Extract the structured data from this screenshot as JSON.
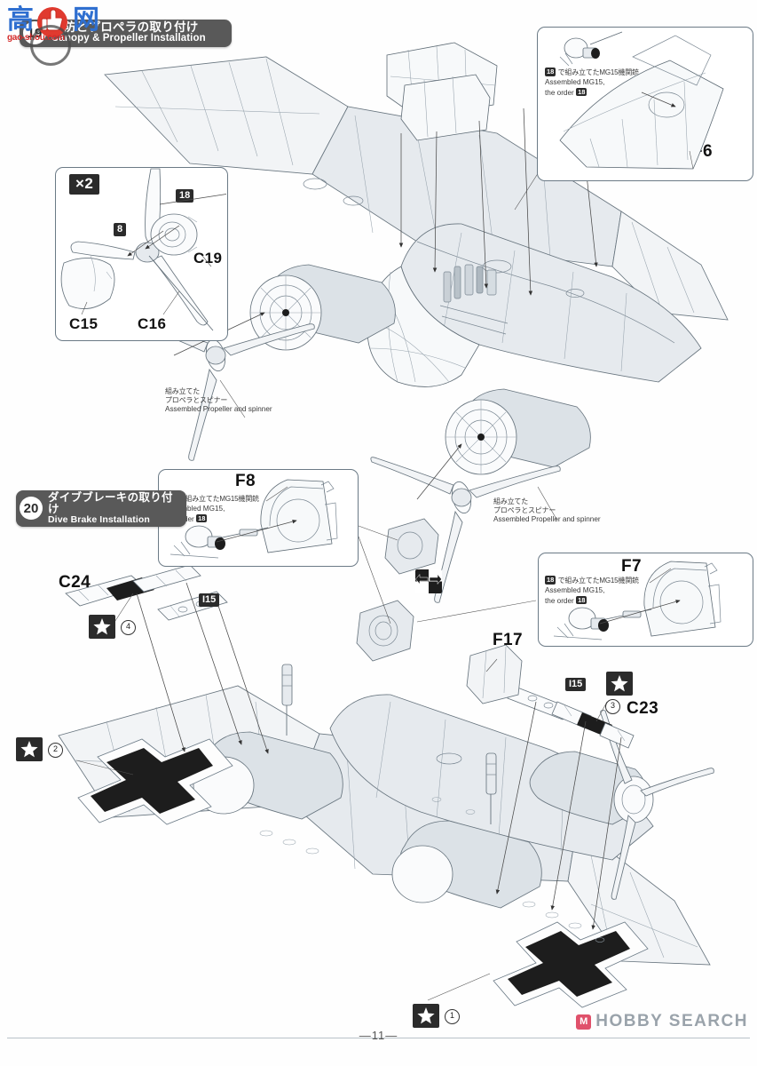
{
  "page": {
    "number": "—11—",
    "sheet_kind": "model-kit-assembly-instructions"
  },
  "watermark": {
    "left_logo_char1": "高",
    "left_logo_char2": "网",
    "left_logo_domain": "gao-shou.com",
    "bottom_right_mark": "HOBBY SEARCH",
    "bottom_right_badge": "M"
  },
  "steps": [
    {
      "number": "19",
      "title_jp": "風防とプロペラの取り付け",
      "title_en": "Canopy & Propeller Installation"
    },
    {
      "number": "20",
      "title_jp": "ダイブブレーキの取り付け",
      "title_en": "Dive Brake Installation"
    }
  ],
  "detail_boxes": [
    {
      "id": "box-f6",
      "part_label": "F6",
      "note_jp_prefix": "18",
      "note_jp": "で組み立てたMG15機関銃",
      "note_en_line1": "Assembled MG15,",
      "note_en_line2_pre": "the order",
      "note_en_line2_num": "18"
    },
    {
      "id": "box-f8",
      "part_label": "F8",
      "note_jp_prefix": "18",
      "note_jp": "で組み立てたMG15機関銃",
      "note_en_line1": "Assembled MG15,",
      "note_en_line2_pre": "the order",
      "note_en_line2_num": "18"
    },
    {
      "id": "box-f7",
      "part_label": "F7",
      "note_jp_prefix": "18",
      "note_jp": "で組み立てたMG15機関銃",
      "note_en_line1": "Assembled MG15,",
      "note_en_line2_pre": "the order",
      "note_en_line2_num": "18"
    }
  ],
  "propeller_box": {
    "multiplier": "×2",
    "part_18": "18",
    "part_8": "8",
    "label_c19": "C19",
    "label_c15": "C15",
    "label_c16": "C16"
  },
  "captions": [
    {
      "id": "prop-caption-upper",
      "jp_line1": "組み立てた",
      "jp_line2": "プロペラとスピナー",
      "en": "Assembled Propeller and spinner"
    },
    {
      "id": "prop-caption-lower",
      "jp_line1": "組み立てた",
      "jp_line2": "プロペラとスピナー",
      "en": "Assembled Propeller and spinner"
    }
  ],
  "part_labels": [
    {
      "id": "label-f17",
      "text": "F17"
    },
    {
      "id": "label-c24",
      "text": "C24"
    },
    {
      "id": "label-c23",
      "text": "C23"
    },
    {
      "id": "label-i15-left",
      "text": "I15"
    },
    {
      "id": "label-i15-right",
      "text": "I15"
    }
  ],
  "decal_markers": [
    {
      "id": "decal-4",
      "star": "★",
      "number": "4"
    },
    {
      "id": "decal-2",
      "star": "★",
      "number": "2"
    },
    {
      "id": "decal-3",
      "star": "★",
      "number": "3"
    },
    {
      "id": "decal-1",
      "star": "★",
      "number": "1"
    }
  ],
  "symbols": [
    {
      "id": "opposite-side-arrow",
      "meaning": "left-right / opposite side"
    }
  ],
  "colors": {
    "header_bg": "#595959",
    "chip_bg": "#2b2b2b",
    "line": "#5e6b75",
    "skin_light": "#f2f4f6",
    "skin_mid": "#e6eaee",
    "skin_dark": "#dce2e7",
    "watermark_blue": "#2f6fd0",
    "watermark_red": "#d32a2a",
    "hobby_grey": "#9aa3ab",
    "hobby_pink": "#e0516b"
  }
}
